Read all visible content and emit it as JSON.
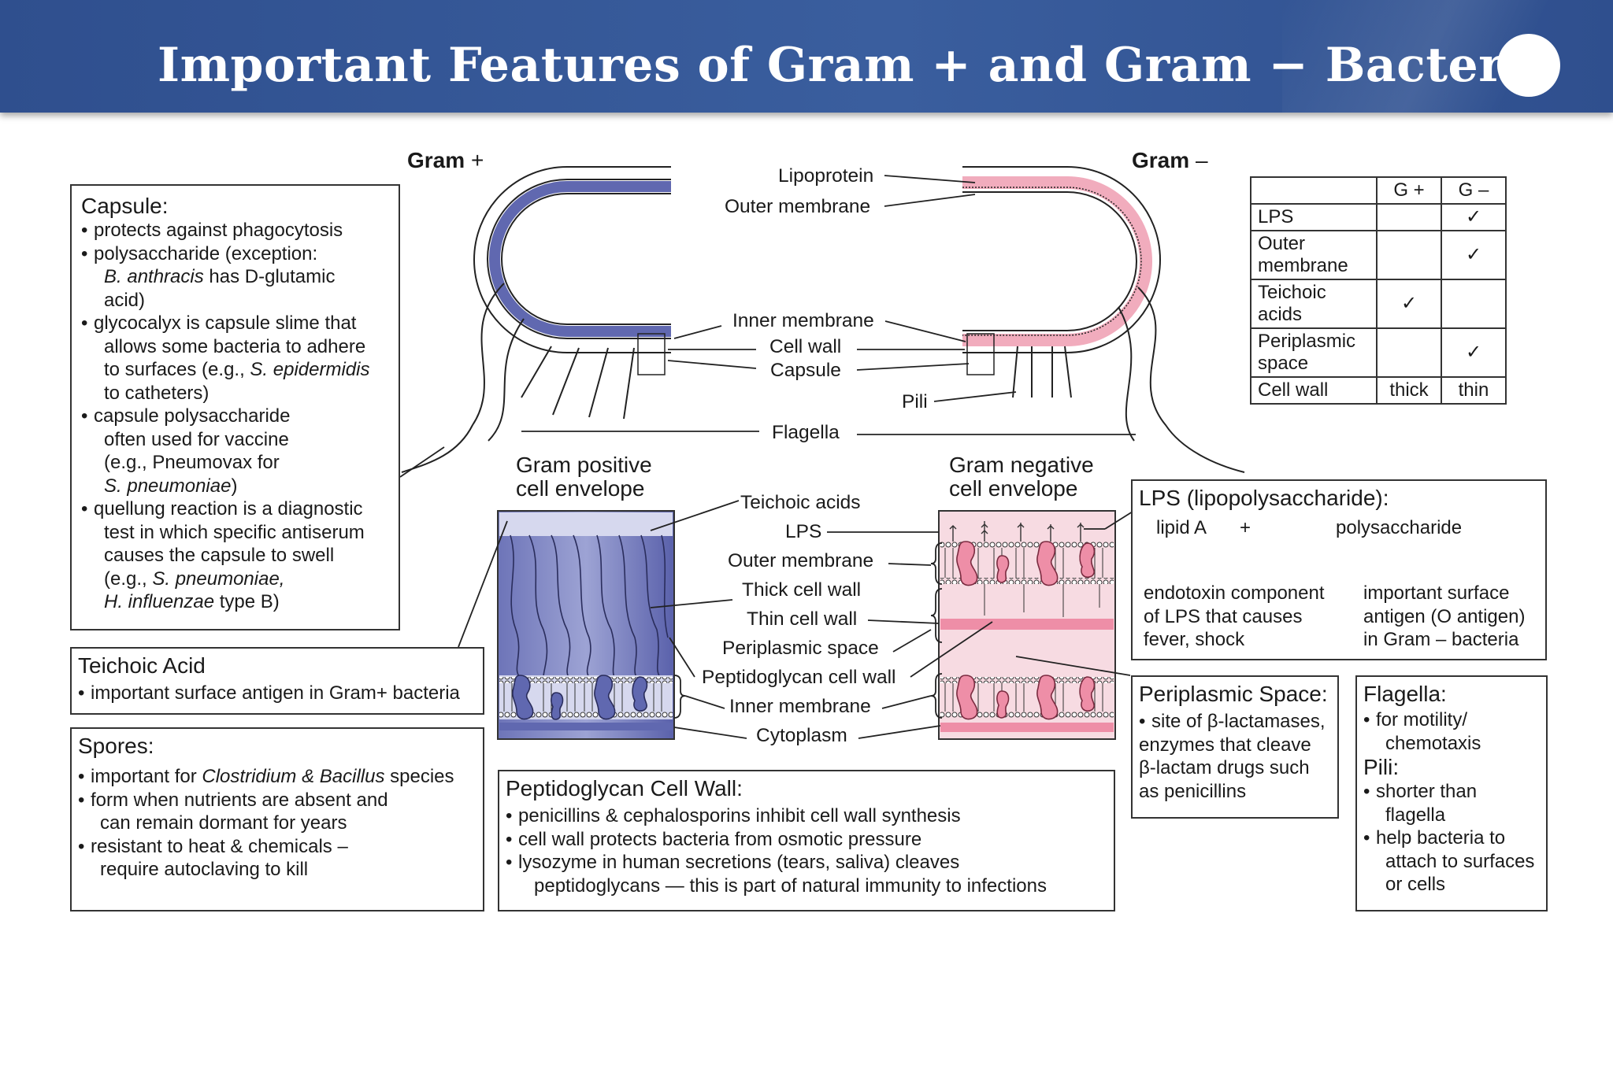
{
  "title": "Important Features of Gram + and Gram − Bacteria",
  "colors": {
    "header": "#2f4f8e",
    "gram_positive": "#6068b0",
    "gram_negative": "#e8809a"
  },
  "diagram": {
    "gram_pos_label": "Gram",
    "gram_pos_sign": "+",
    "gram_neg_label": "Gram",
    "gram_neg_sign": "–",
    "labels": {
      "lipoprotein": "Lipoprotein",
      "outer_membrane": "Outer membrane",
      "inner_membrane": "Inner membrane",
      "cell_wall": "Cell wall",
      "capsule": "Capsule",
      "pili": "Pili",
      "flagella": "Flagella"
    },
    "envelope_labels": {
      "gram_pos_line1": "Gram positive",
      "gram_pos_line2": "cell envelope",
      "gram_neg_line1": "Gram negative",
      "gram_neg_line2": "cell envelope",
      "teichoic_acids": "Teichoic acids",
      "lps": "LPS",
      "outer_membrane": "Outer membrane",
      "thick_cell_wall": "Thick cell wall",
      "thin_cell_wall": "Thin cell wall",
      "periplasmic_space": "Periplasmic space",
      "peptidoglycan_cell_wall": "Peptidoglycan cell wall",
      "inner_membrane": "Inner membrane",
      "cytoplasm": "Cytoplasm"
    }
  },
  "table": {
    "headers": [
      "",
      "G +",
      "G –"
    ],
    "rows": [
      {
        "label": "LPS",
        "gpos": "",
        "gneg": "✓"
      },
      {
        "label": "Outer membrane",
        "gpos": "",
        "gneg": "✓"
      },
      {
        "label": "Teichoic acids",
        "gpos": "✓",
        "gneg": ""
      },
      {
        "label": "Periplasmic space",
        "gpos": "",
        "gneg": "✓"
      },
      {
        "label": "Cell wall",
        "gpos": "thick",
        "gneg": "thin"
      }
    ]
  },
  "capsule": {
    "heading": "Capsule:",
    "b1": "protects against phagocytosis",
    "b2_a": "polysaccharide (exception:",
    "b2_b_italic": "B. anthracis",
    "b2_b_rest": " has D-glutamic",
    "b2_c": "acid)",
    "b3_a": "glycocalyx is capsule slime that",
    "b3_b": "allows some bacteria to adhere",
    "b3_c_pre": "to surfaces (e.g., ",
    "b3_c_italic": "S. epidermidis",
    "b3_d": "to catheters)",
    "b4_a": "capsule polysaccharide",
    "b4_b": "often used for vaccine",
    "b4_c": "(e.g., Pneumovax for",
    "b4_d_italic": "S. pneumoniae",
    "b4_d_rest": ")",
    "b5_a": "quellung reaction is a diagnostic",
    "b5_b": "test in which specific antiserum",
    "b5_c": "causes the capsule to swell",
    "b5_d_pre": "(e.g., ",
    "b5_d_italic": "S. pneumoniae,",
    "b5_e_italic": "H. influenzae",
    "b5_e_rest": " type B)"
  },
  "teichoic": {
    "heading": "Teichoic Acid",
    "b1": "important surface antigen in Gram+ bacteria"
  },
  "spores": {
    "heading": "Spores:",
    "b1_pre": "important for ",
    "b1_italic": "Clostridium & Bacillus",
    "b1_rest": " species",
    "b2_a": "form when nutrients are absent and",
    "b2_b": "can remain dormant for years",
    "b3_a": "resistant to heat & chemicals –",
    "b3_b": "require autoclaving to kill"
  },
  "peptidoglycan": {
    "heading": "Peptidoglycan Cell Wall:",
    "b1": "penicillins & cephalosporins inhibit cell wall synthesis",
    "b2": "cell wall protects bacteria from osmotic pressure",
    "b3_a": "lysozyme in human secretions (tears, saliva) cleaves",
    "b3_b": "peptidoglycans — this is part of natural immunity to infections"
  },
  "lps": {
    "heading": "LPS (lipopolysaccharide):",
    "lipid_a": "lipid A",
    "plus": "+",
    "polysaccharide": "polysaccharide",
    "left_1": "endotoxin component",
    "left_2": "of LPS that causes",
    "left_3": "fever, shock",
    "right_1": "important surface",
    "right_2": "antigen (O antigen)",
    "right_3": "in Gram – bacteria"
  },
  "periplasmic": {
    "heading": "Periplasmic Space:",
    "b1_a": "site of β-lactamases,",
    "b1_b": "enzymes that cleave",
    "b1_c": "β-lactam drugs such",
    "b1_d": "as penicillins"
  },
  "flagella": {
    "heading": "Flagella:",
    "b1_a": "for motility/",
    "b1_b": "chemotaxis",
    "pili_heading": "Pili:",
    "p1_a": "shorter than",
    "p1_b": "flagella",
    "p2_a": "help bacteria to",
    "p2_b": "attach to surfaces",
    "p2_c": "or cells"
  }
}
